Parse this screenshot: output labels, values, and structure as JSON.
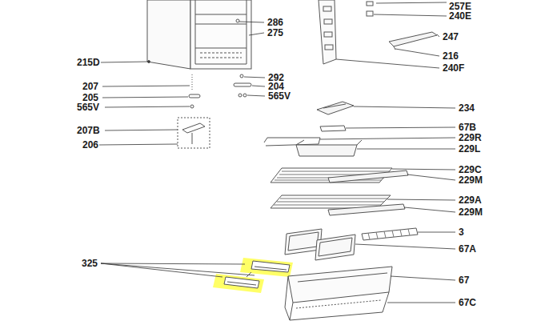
{
  "diagram": {
    "labels": [
      "257E",
      "240E",
      "286",
      "275",
      "247",
      "216",
      "215D",
      "240F",
      "292",
      "207",
      "204",
      "205",
      "565V",
      "565V",
      "234",
      "67B",
      "207B",
      "229R",
      "206",
      "229L",
      "229C",
      "229M",
      "229A",
      "229M",
      "3",
      "67A",
      "325",
      "67",
      "67C"
    ]
  }
}
